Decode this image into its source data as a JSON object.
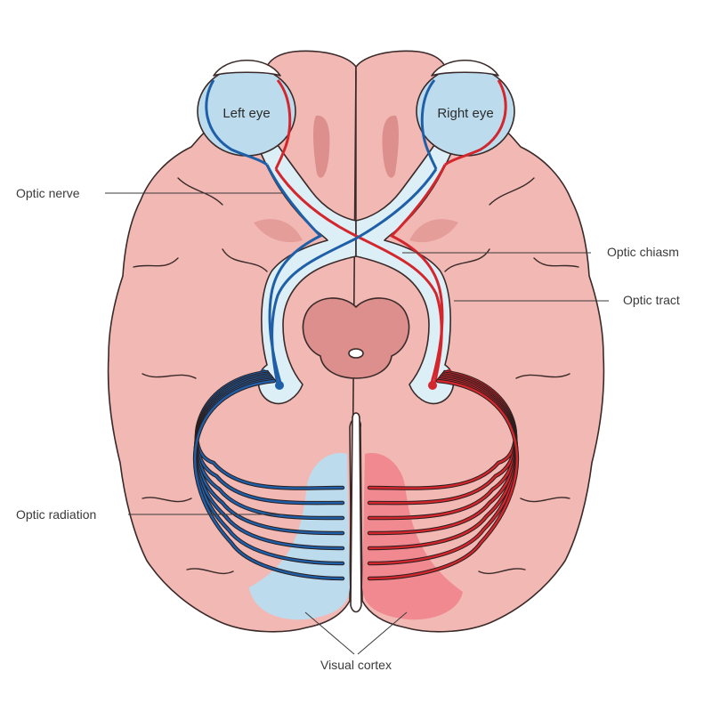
{
  "labels": {
    "left_eye": "Left eye",
    "right_eye": "Right eye",
    "optic_nerve": "Optic nerve",
    "optic_chiasm": "Optic chiasm",
    "optic_tract": "Optic tract",
    "optic_radiation": "Optic radiation",
    "visual_cortex": "Visual cortex"
  },
  "colors": {
    "brain_fill": "#f2b8b3",
    "brain_dark": "#dc8f8c",
    "eye_fill": "#bcdcee",
    "tract_light": "#dceff7",
    "left_pathway": "#1f5fa8",
    "right_pathway": "#d3262d",
    "left_cortex": "#bcdcee",
    "right_cortex": "#f08a90",
    "outline": "#3a2a2a"
  }
}
